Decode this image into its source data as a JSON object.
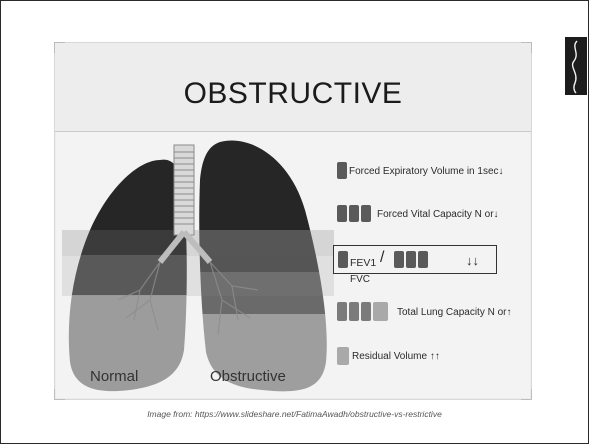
{
  "slide": {
    "title": "OBSTRUCTIVE",
    "lung_labels": {
      "left": "Normal",
      "right": "Obstructive"
    },
    "legend": [
      {
        "label": "Forced Expiratory Volume in 1sec",
        "arrows": "↓"
      },
      {
        "label": "Forced Vital Capacity N or",
        "arrows": "↓"
      },
      {
        "label": "FEV1",
        "arrows": "↓↓"
      },
      {
        "label": "Total Lung Capacity N or",
        "arrows": "↑"
      },
      {
        "label": "Residual Volume",
        "arrows": "↑↑"
      }
    ],
    "ratio": {
      "numerator": "FEV1",
      "slash": "/",
      "denominator": "FVC"
    }
  },
  "caption": "Image from: https://www.slideshare.net/FatimaAwadh/obstructive-vs-restrictive",
  "colors": {
    "lung_dark": "#2a2a2a",
    "lung_mid": "#555555",
    "lung_light": "#9a9a9a",
    "slide_bg": "#f3f3f3"
  }
}
